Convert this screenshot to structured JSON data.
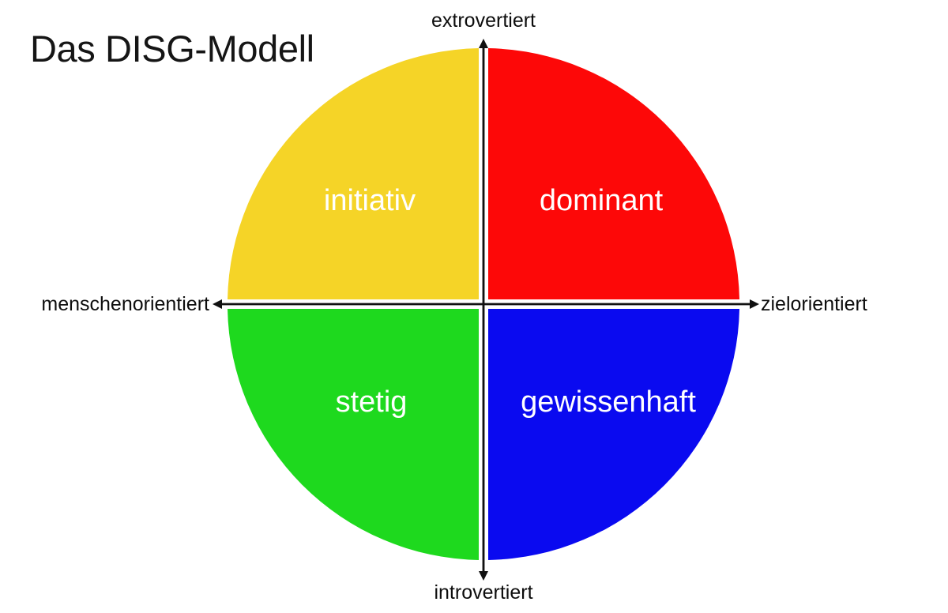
{
  "title": "Das DISG-Modell",
  "axes": {
    "top_label": "extrovertiert",
    "bottom_label": "introvertiert",
    "left_label": "menschenorientiert",
    "right_label": "zielorientiert"
  },
  "chart_data": {
    "type": "pie",
    "title": "Das DISG-Modell",
    "subtitle": "",
    "xlabel": "menschenorientiert ↔ zielorientiert",
    "ylabel": "introvertiert ↔ extrovertiert",
    "legend_position": "none",
    "grid": false,
    "axis_labels": {
      "top": "extrovertiert",
      "bottom": "introvertiert",
      "left": "menschenorientiert",
      "right": "zielorientiert"
    },
    "categories": [
      "initiativ",
      "dominant",
      "gewissenhaft",
      "stetig"
    ],
    "values": [
      25,
      25,
      25,
      25
    ],
    "colors": [
      "#f5d427",
      "#fd0808",
      "#0a0af0",
      "#1ed91e"
    ],
    "slices": [
      {
        "label": "initiativ",
        "value": 25,
        "color": "#f5d427",
        "label_color": "#ffffff",
        "quadrant": "top-left",
        "traits": [
          "extrovertiert",
          "menschenorientiert"
        ]
      },
      {
        "label": "dominant",
        "value": 25,
        "color": "#fd0808",
        "label_color": "#ffffff",
        "quadrant": "top-right",
        "traits": [
          "extrovertiert",
          "zielorientiert"
        ]
      },
      {
        "label": "gewissenhaft",
        "value": 25,
        "color": "#0a0af0",
        "label_color": "#ffffff",
        "quadrant": "bottom-right",
        "traits": [
          "introvertiert",
          "zielorientiert"
        ]
      },
      {
        "label": "stetig",
        "value": 25,
        "color": "#1ed91e",
        "label_color": "#ffffff",
        "quadrant": "bottom-left",
        "traits": [
          "introvertiert",
          "menschenorientiert"
        ]
      }
    ]
  },
  "style": {
    "background": "#ffffff",
    "axis_color": "#111111",
    "title_color": "#151515",
    "label_color": "#0d0d0d"
  }
}
